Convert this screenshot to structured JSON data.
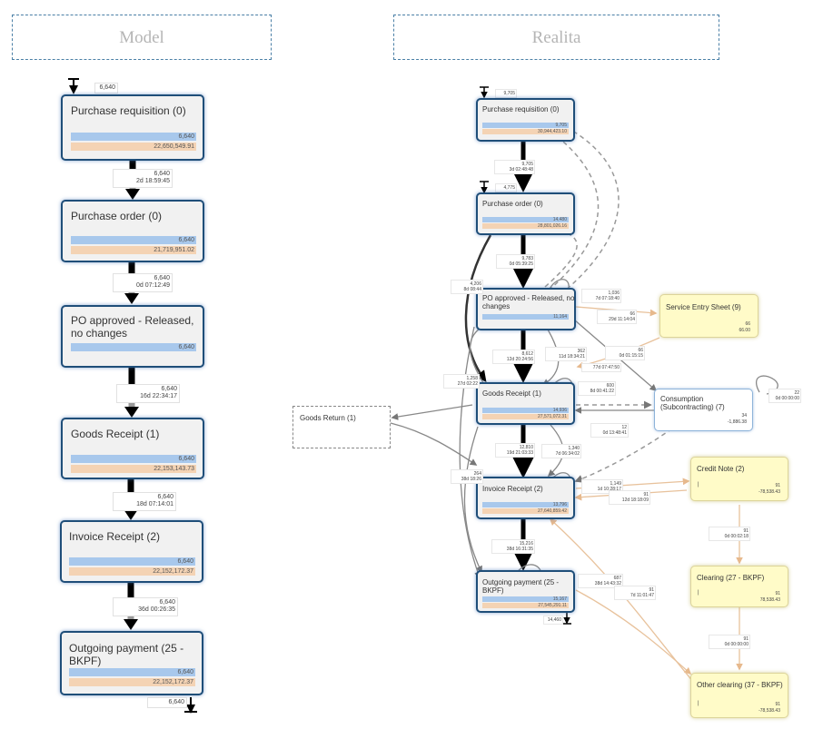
{
  "headers": {
    "model": "Model",
    "realita": "Realita"
  },
  "model": {
    "start_count": "6,640",
    "end_count": "6,640",
    "activities": [
      {
        "name": "Purchase requisition (0)",
        "count": "6,640",
        "amount": "22,650,549.91"
      },
      {
        "name": "Purchase order (0)",
        "count": "6,640",
        "amount": "21,719,951.02"
      },
      {
        "name": "PO approved - Released, no changes",
        "count": "6,640",
        "amount": ""
      },
      {
        "name": "Goods Receipt (1)",
        "count": "6,640",
        "amount": "22,153,143.73"
      },
      {
        "name": "Invoice Receipt (2)",
        "count": "6,640",
        "amount": "22,152,172.37"
      },
      {
        "name": "Outgoing payment (25 - BKPF)",
        "count": "6,640",
        "amount": "22,152,172.37"
      }
    ],
    "transitions": [
      {
        "count": "6,640",
        "duration": "2d 18:59:45"
      },
      {
        "count": "6,640",
        "duration": "0d 07:12:49"
      },
      {
        "count": "6,640",
        "duration": "16d 22:34:17"
      },
      {
        "count": "6,640",
        "duration": "18d 07:14:01"
      },
      {
        "count": "6,640",
        "duration": "36d 00:26:35"
      }
    ]
  },
  "realita": {
    "start_pr": "9,705",
    "start_po": "4,775",
    "end_count": "14,460",
    "activities": {
      "pr": {
        "name": "Purchase requisition (0)",
        "count": "9,705",
        "amount": "30,944,423.10"
      },
      "po": {
        "name": "Purchase order (0)",
        "count": "14,480",
        "amount": "28,801,026.16"
      },
      "poa": {
        "name": "PO approved - Released, no changes",
        "count": "11,164",
        "amount": ""
      },
      "gr": {
        "name": "Goods Receipt (1)",
        "count": "14,936",
        "amount": "27,571,072.31"
      },
      "ir": {
        "name": "Invoice Receipt (2)",
        "count": "13,796",
        "amount": "27,640,859.42"
      },
      "op": {
        "name": "Outgoing payment (25 - BKPF)",
        "count": "15,167",
        "amount": "27,545,291.11"
      },
      "ses": {
        "name": "Service Entry Sheet (9)",
        "count": "66",
        "amount": "66.00"
      },
      "cons": {
        "name": "Consumption (Subcontracting) (7)",
        "count": "34",
        "amount": "-1,886.38"
      },
      "gret": {
        "name": "Goods Return (1)"
      },
      "cn": {
        "name": "Credit Note (2)",
        "count": "91",
        "amount": "-78,538.43",
        "left": "|"
      },
      "clr": {
        "name": "Clearing (27 - BKPF)",
        "count": "91",
        "amount": "78,538.43",
        "left": "|"
      },
      "oclr": {
        "name": "Other clearing (37 - BKPF)",
        "count": "91",
        "amount": "-78,538.43",
        "left": "|"
      }
    },
    "labels": {
      "pr_po": [
        "9,705",
        "3d 02:48:48"
      ],
      "po_poa": [
        "9,783",
        "0d 05:39:25"
      ],
      "po_gr": [
        "4,206",
        "8d 08:44"
      ],
      "poa_self": [
        "1,036",
        "7d 07:18:40"
      ],
      "poa_ses": [
        "66",
        "29d 11:14:04"
      ],
      "ses_gr": [
        "66",
        "0d 01:15:15"
      ],
      "poa_gr": [
        "8,612",
        "12d 20:24:56"
      ],
      "gr_poa": [
        "362",
        "11d 18:34:21"
      ],
      "gr_self": [
        "",
        "77d 07:47:50"
      ],
      "gr_cons": [
        "600",
        "8d 00:41:22"
      ],
      "left_gr": [
        "1,258",
        "27d 02:22"
      ],
      "cons_gr": [
        "12",
        "0d 13:48:41"
      ],
      "cons_self": [
        "22",
        "0d 00:00:00"
      ],
      "gr_ir": [
        "12,810",
        "19d 21:03:33"
      ],
      "ir_gr": [
        "1,340",
        "7d 06:34:02"
      ],
      "gret_ir": [
        "264",
        "38d 18:26"
      ],
      "ir_cn": [
        "1,149",
        "1d 10:28:17"
      ],
      "cn_ir": [
        "91",
        "12d 18:18:09"
      ],
      "ir_op": [
        "15,216",
        "38d 16:31:35"
      ],
      "ir_oclr": [
        "687",
        "38d 14:43:32"
      ],
      "oclr_ir": [
        "91",
        "7d 11:01:47"
      ],
      "cn_clr": [
        "91",
        "0d 00:02:18"
      ],
      "clr_oclr": [
        "91",
        "0d 00:00:00"
      ]
    }
  }
}
